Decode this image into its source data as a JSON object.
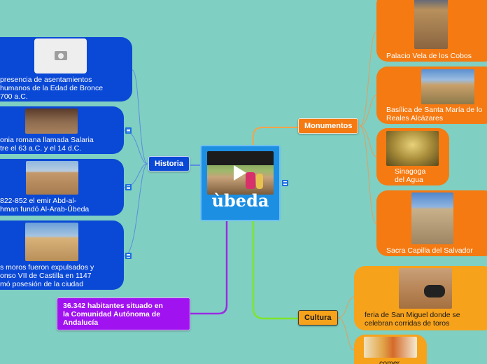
{
  "central": {
    "title": "ùbeda"
  },
  "historia": {
    "label": "Historia",
    "items": [
      {
        "text_lines": [
          "presencia de asentamientos",
          "humanos de la Edad de Bronce",
          "700 a.C."
        ]
      },
      {
        "text_lines": [
          "onia romana llamada Salaria",
          "tre el 63 a.C. y el 14 d.C."
        ]
      },
      {
        "text_lines": [
          "822-852 el emir Abd-al-",
          "hman fundó Al-Arab-Úbeda"
        ]
      },
      {
        "text_lines": [
          "s moros fueron expulsados y",
          "onso VII de Castilla en 1147",
          "mó posesión de la ciudad"
        ]
      }
    ]
  },
  "poblacion": {
    "text_lines": [
      "36.342 habitantes situado en",
      "la Comunidad Autónoma de",
      "Andalucía"
    ]
  },
  "monumentos": {
    "label": "Monumentos",
    "items": [
      {
        "text_lines": [
          "Palacio Vela de los Cobos"
        ]
      },
      {
        "text_lines": [
          "Basílica de Santa María de lo",
          "Reales Alcázares"
        ]
      },
      {
        "text_lines": [
          "Sinagoga",
          "del Agua"
        ]
      },
      {
        "text_lines": [
          "Sacra Capilla del Salvador"
        ]
      }
    ]
  },
  "cultura": {
    "label": "Cultura",
    "items": [
      {
        "text_lines": [
          "feria de San Miguel donde se",
          "celebran corridas de toros"
        ]
      },
      {
        "text_lines": [
          "comer"
        ]
      }
    ]
  },
  "colors": {
    "background": "#7fcfc2",
    "blue": "#0a48d6",
    "orange": "#f57a12",
    "amber": "#f7a21b",
    "purple": "#a012f0"
  }
}
